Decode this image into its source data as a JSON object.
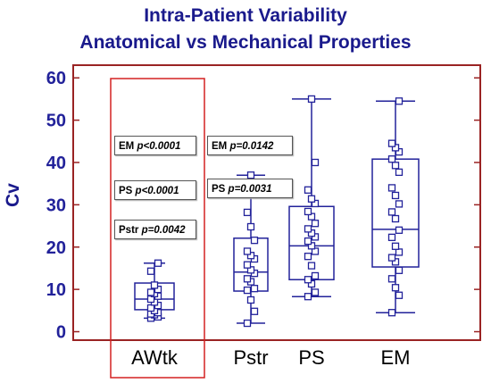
{
  "title_line1": "Intra-Patient Variability",
  "title_line2": "Anatomical vs Mechanical Properties",
  "chart_data": {
    "type": "box",
    "ylabel": "Cv",
    "ylim": [
      -2,
      63
    ],
    "yticks": [
      0,
      10,
      20,
      30,
      40,
      50,
      60
    ],
    "categories": [
      "AWtk",
      "Pstr",
      "PS",
      "EM"
    ],
    "boxes": [
      {
        "category": "AWtk",
        "min": 3.2,
        "q1": 5.2,
        "median": 7.7,
        "q3": 11.5,
        "max": 16.2,
        "points": [
          3.2,
          3.5,
          4.0,
          4.2,
          4.5,
          5.0,
          5.6,
          6.2,
          7.0,
          7.7,
          8.4,
          9.0,
          9.3,
          10.0,
          11.0,
          14.3,
          16.2
        ]
      },
      {
        "category": "Pstr",
        "min": 2.0,
        "q1": 9.6,
        "median": 14.1,
        "q3": 22.1,
        "max": 37.0,
        "points": [
          2.0,
          4.8,
          7.5,
          9.8,
          10.2,
          11.8,
          12.5,
          13.8,
          14.6,
          15.8,
          17.2,
          18.0,
          19.0,
          21.6,
          24.8,
          28.2,
          35.3,
          37.0
        ]
      },
      {
        "category": "PS",
        "min": 8.3,
        "q1": 12.3,
        "median": 20.3,
        "q3": 29.6,
        "max": 55.0,
        "points": [
          8.3,
          9.3,
          11.3,
          12.3,
          13.2,
          15.6,
          17.8,
          19.0,
          20.3,
          21.4,
          22.4,
          23.3,
          24.3,
          25.6,
          27.2,
          28.4,
          30.3,
          31.4,
          33.5,
          40.0,
          55.0
        ]
      },
      {
        "category": "EM",
        "min": 4.5,
        "q1": 15.3,
        "median": 24.2,
        "q3": 40.8,
        "max": 54.5,
        "points": [
          4.5,
          8.6,
          10.4,
          12.5,
          14.5,
          16.5,
          17.5,
          18.8,
          20.2,
          22.3,
          24.0,
          26.7,
          28.3,
          30.2,
          32.2,
          34.0,
          37.7,
          39.3,
          40.8,
          42.5,
          43.5,
          44.5,
          54.5
        ]
      }
    ],
    "annotations": [
      {
        "label": "EM",
        "value": "p<0.0001"
      },
      {
        "label": "PS",
        "value": "p<0.0001"
      },
      {
        "label": "Pstr",
        "value": "p=0.0042"
      },
      {
        "label": "EM",
        "value": "p=0.0142"
      },
      {
        "label": "PS ",
        "value": "p=0.0031"
      }
    ],
    "colors": {
      "series": "#22229a",
      "frame": "#9a2323",
      "highlight": "#d42020",
      "title": "#1a1a8c"
    }
  }
}
